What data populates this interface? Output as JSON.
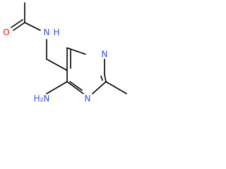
{
  "molecule": {
    "atoms": {
      "oxygen": {
        "label": "O",
        "color": "#ff0d0d"
      },
      "amide_nitrogen": {
        "label": "N",
        "color": "#3050f8"
      },
      "amide_hydrogen": {
        "label": "H",
        "color": "#3050f8"
      },
      "ring_nitrogen_1": {
        "label": "N",
        "color": "#3050f8"
      },
      "ring_nitrogen_3": {
        "label": "N",
        "color": "#3050f8"
      },
      "amino_group": {
        "label": "H₂N",
        "color": "#3050f8"
      }
    },
    "bond_color": "#000000"
  }
}
